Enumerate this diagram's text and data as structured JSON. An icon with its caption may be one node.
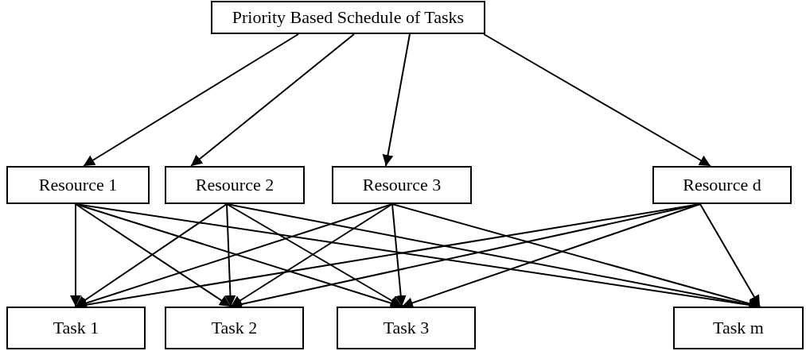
{
  "diagram": {
    "nodes": [
      {
        "text": [
          "Priority Based Schedule of Tasks"
        ]
      },
      {
        "text": [
          "Resource 1"
        ]
      },
      {
        "text": [
          "Resource 2"
        ]
      },
      {
        "text": [
          "Resource 3"
        ]
      },
      {
        "text": [
          "Resource d"
        ]
      },
      {
        "text": [
          "Task 1"
        ]
      },
      {
        "text": [
          "Task 2"
        ]
      },
      {
        "text": [
          "Task 3"
        ]
      },
      {
        "text": [
          "Task m"
        ]
      }
    ],
    "edges": [
      {
        "from": 0,
        "to": 1,
        "arrow": "to"
      },
      {
        "from": 0,
        "to": 2,
        "arrow": "to"
      },
      {
        "from": 0,
        "to": 3,
        "arrow": "to"
      },
      {
        "from": 0,
        "to": 4,
        "arrow": "to"
      },
      {
        "from": 1,
        "to": 5,
        "arrow": "to"
      },
      {
        "from": 1,
        "to": 6,
        "arrow": "to"
      },
      {
        "from": 1,
        "to": 7,
        "arrow": "to"
      },
      {
        "from": 1,
        "to": 8,
        "arrow": "to"
      },
      {
        "from": 2,
        "to": 5,
        "arrow": "to"
      },
      {
        "from": 2,
        "to": 6,
        "arrow": "to"
      },
      {
        "from": 2,
        "to": 7,
        "arrow": "to"
      },
      {
        "from": 2,
        "to": 8,
        "arrow": "to"
      },
      {
        "from": 3,
        "to": 5,
        "arrow": "to"
      },
      {
        "from": 3,
        "to": 6,
        "arrow": "to"
      },
      {
        "from": 3,
        "to": 7,
        "arrow": "to"
      },
      {
        "from": 3,
        "to": 8,
        "arrow": "to"
      },
      {
        "from": 4,
        "to": 5,
        "arrow": "to"
      },
      {
        "from": 4,
        "to": 6,
        "arrow": "to"
      },
      {
        "from": 4,
        "to": 7,
        "arrow": "to"
      },
      {
        "from": 4,
        "to": 8,
        "arrow": "to"
      }
    ]
  }
}
